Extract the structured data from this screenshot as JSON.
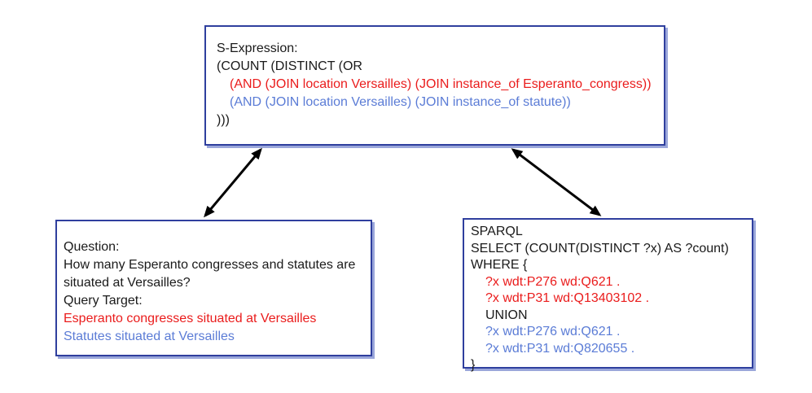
{
  "colors": {
    "red_text": "#ea1c1c",
    "blue_text": "#5b7cd6",
    "box_border": "#2f3f9e",
    "box_shadow": "#9aa6da",
    "arrow": "#000000"
  },
  "sexpression_box": {
    "title": "S-Expression:",
    "open_line": "(COUNT (DISTINCT (OR",
    "and_red_line": "(AND (JOIN location Versailles) (JOIN instance_of Esperanto_congress))",
    "and_blue_line": "(AND (JOIN location Versailles) (JOIN instance_of statute))",
    "close_line": ")))"
  },
  "question_box": {
    "question_label": "Question:",
    "question_text": "How many Esperanto congresses and statutes are situated at Versailles?",
    "target_label": "Query Target:",
    "target_red": "Esperanto congresses situated at Versailles",
    "target_blue": "Statutes situated at Versailles"
  },
  "sparql_box": {
    "label": "SPARQL",
    "select_line": "SELECT (COUNT(DISTINCT ?x) AS ?count)",
    "where_line": "WHERE {",
    "red_triple_1": "?x wdt:P276 wd:Q621 .",
    "red_triple_2": "?x wdt:P31 wd:Q13403102 .",
    "union_line": "UNION",
    "blue_triple_1": "?x wdt:P276 wd:Q621 .",
    "blue_triple_2": "?x wdt:P31 wd:Q820655 .",
    "close_brace": "}"
  },
  "connectors": [
    {
      "from": "s-expression-box",
      "to": "question-box",
      "style": "double-headed-arrow"
    },
    {
      "from": "s-expression-box",
      "to": "sparql-box",
      "style": "double-headed-arrow"
    }
  ]
}
